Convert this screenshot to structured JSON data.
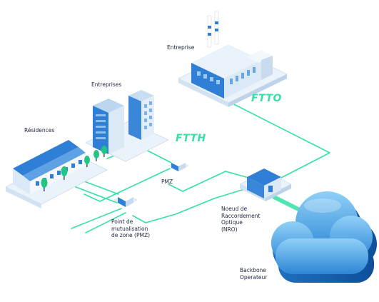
{
  "labels": {
    "entreprise": "Entreprise",
    "entreprises": "Entreprises",
    "residences": "Résidences",
    "pmz_small": "PMZ",
    "pmz_full": [
      "Point de",
      "mutualisation",
      "de zone (PMZ)"
    ],
    "nro": [
      "Noeud de",
      "Raccordement",
      "Optique",
      "(NRO)"
    ],
    "backbone": [
      "Backbone",
      "Operateur"
    ]
  },
  "network_labels": {
    "ftto": "FTTO",
    "ftth": "FTTH"
  },
  "colors": {
    "fiber": "#34e0a6",
    "building_blue": "#2f7fd6",
    "building_light": "#dbe9f7",
    "platform": "#eef4fa",
    "cloud": "#4aa5e8",
    "text": "#1b2540"
  }
}
